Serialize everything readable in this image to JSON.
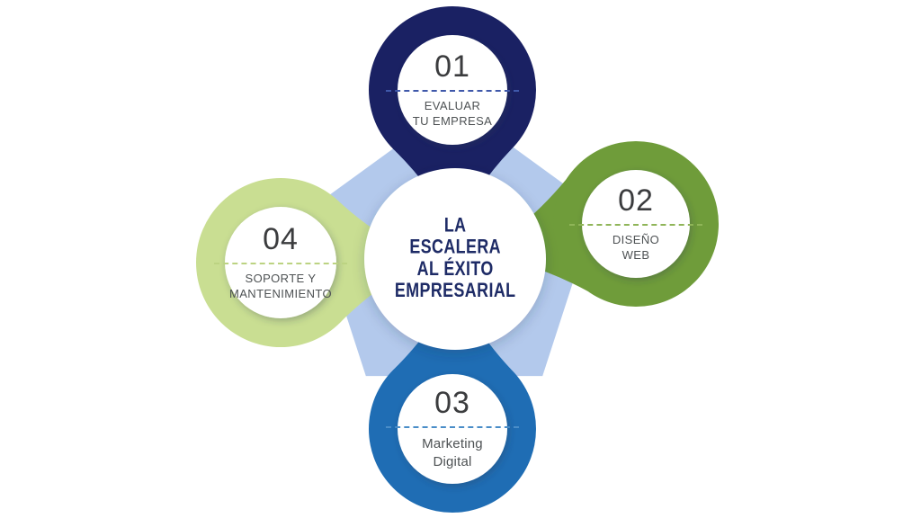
{
  "title": {
    "lines": [
      "LA",
      "ESCALERA",
      "AL ÉXITO",
      "EMPRESARIAL"
    ]
  },
  "steps": [
    {
      "number": "01",
      "label_lines": [
        "EVALUAR",
        "TU EMPRESA"
      ],
      "ring_color": "#1a2163",
      "dash_color": "#3f58aa"
    },
    {
      "number": "02",
      "label_lines": [
        "DISEÑO",
        "WEB"
      ],
      "ring_color": "#6f9c3a",
      "dash_color": "#8fb558"
    },
    {
      "number": "03",
      "label_lines": [
        "Marketing",
        "Digital"
      ],
      "ring_color": "#1f6db4",
      "dash_color": "#4a8dc8"
    },
    {
      "number": "04",
      "label_lines": [
        "SOPORTE Y",
        "MANTENIMIENTO"
      ],
      "ring_color": "#c9de92",
      "dash_color": "#bcd382"
    }
  ],
  "colors": {
    "background": "#ffffff",
    "pentagon": "#b3c9ec",
    "inner_circle": "#ffffff",
    "center_circle": "#ffffff",
    "number_text": "#3b3c3e",
    "label_text": "#4e5254",
    "title_text": "#1e2b66"
  }
}
